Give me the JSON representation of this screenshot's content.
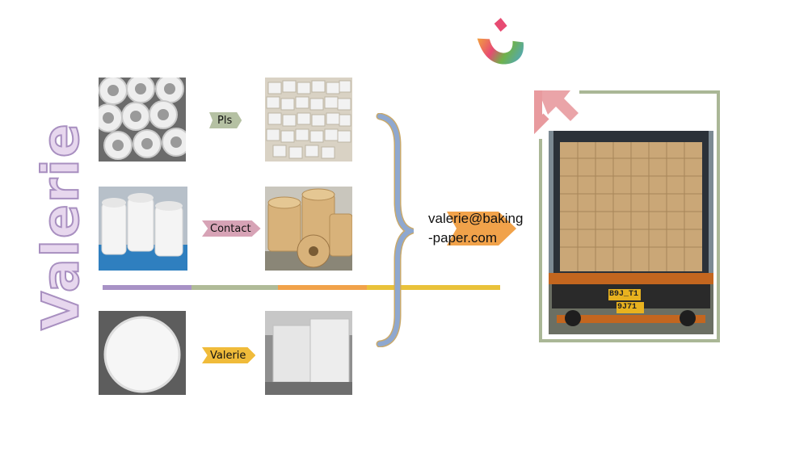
{
  "side_title": "Valerie",
  "tags": {
    "pls": "Pls",
    "contact": "Contact",
    "valerie": "Valerie"
  },
  "email": {
    "line1": "valerie@baking",
    "line2": "-paper.com"
  },
  "colors": {
    "tag_pls": "#b5c1a3",
    "tag_contact": "#d7a3b6",
    "tag_valerie": "#f0bb3a",
    "bar_purple": "#a892c6",
    "bar_green": "#b0bb98",
    "bar_orange": "#f1a24a",
    "bar_yellow": "#e9c23a",
    "brace": "#8fa8cf",
    "email_arrow": "#f1a24a",
    "frame": "#aab796",
    "corner_arrow": "#e89a9e"
  },
  "truck_plate": "B9J_T1",
  "truck_plate2": "9J71"
}
